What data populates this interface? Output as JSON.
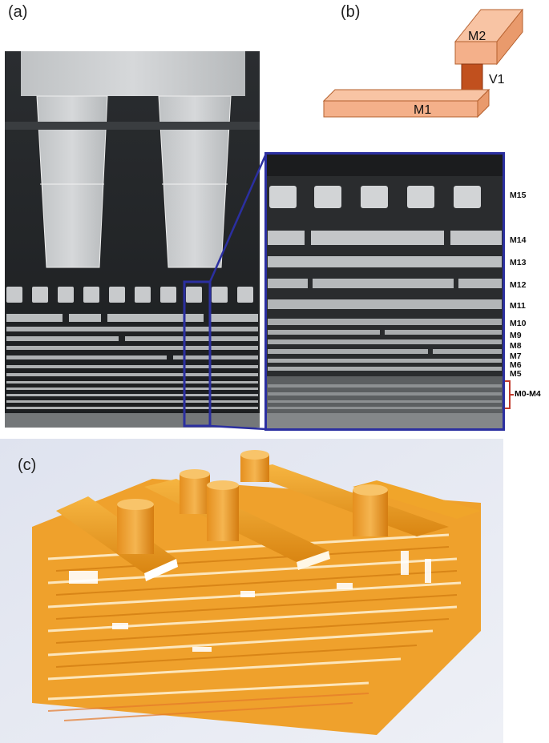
{
  "panels": {
    "a": "(a)",
    "b": "(b)",
    "c": "(c)"
  },
  "schematic": {
    "top_metal": "M2",
    "via": "V1",
    "bottom_metal": "M1",
    "metal_color": "#f4b08a",
    "via_color": "#c1501e"
  },
  "layers": [
    "M15",
    "M14",
    "M13",
    "M12",
    "M11",
    "M10",
    "M9",
    "M8",
    "M7",
    "M6",
    "M5"
  ],
  "bracket": {
    "label": "M0-M4",
    "color": "#c0392b"
  },
  "colors": {
    "zoom_box": "#2b2fa0",
    "render_metal": "#f0a028",
    "render_bg": "#e8ebf4"
  }
}
